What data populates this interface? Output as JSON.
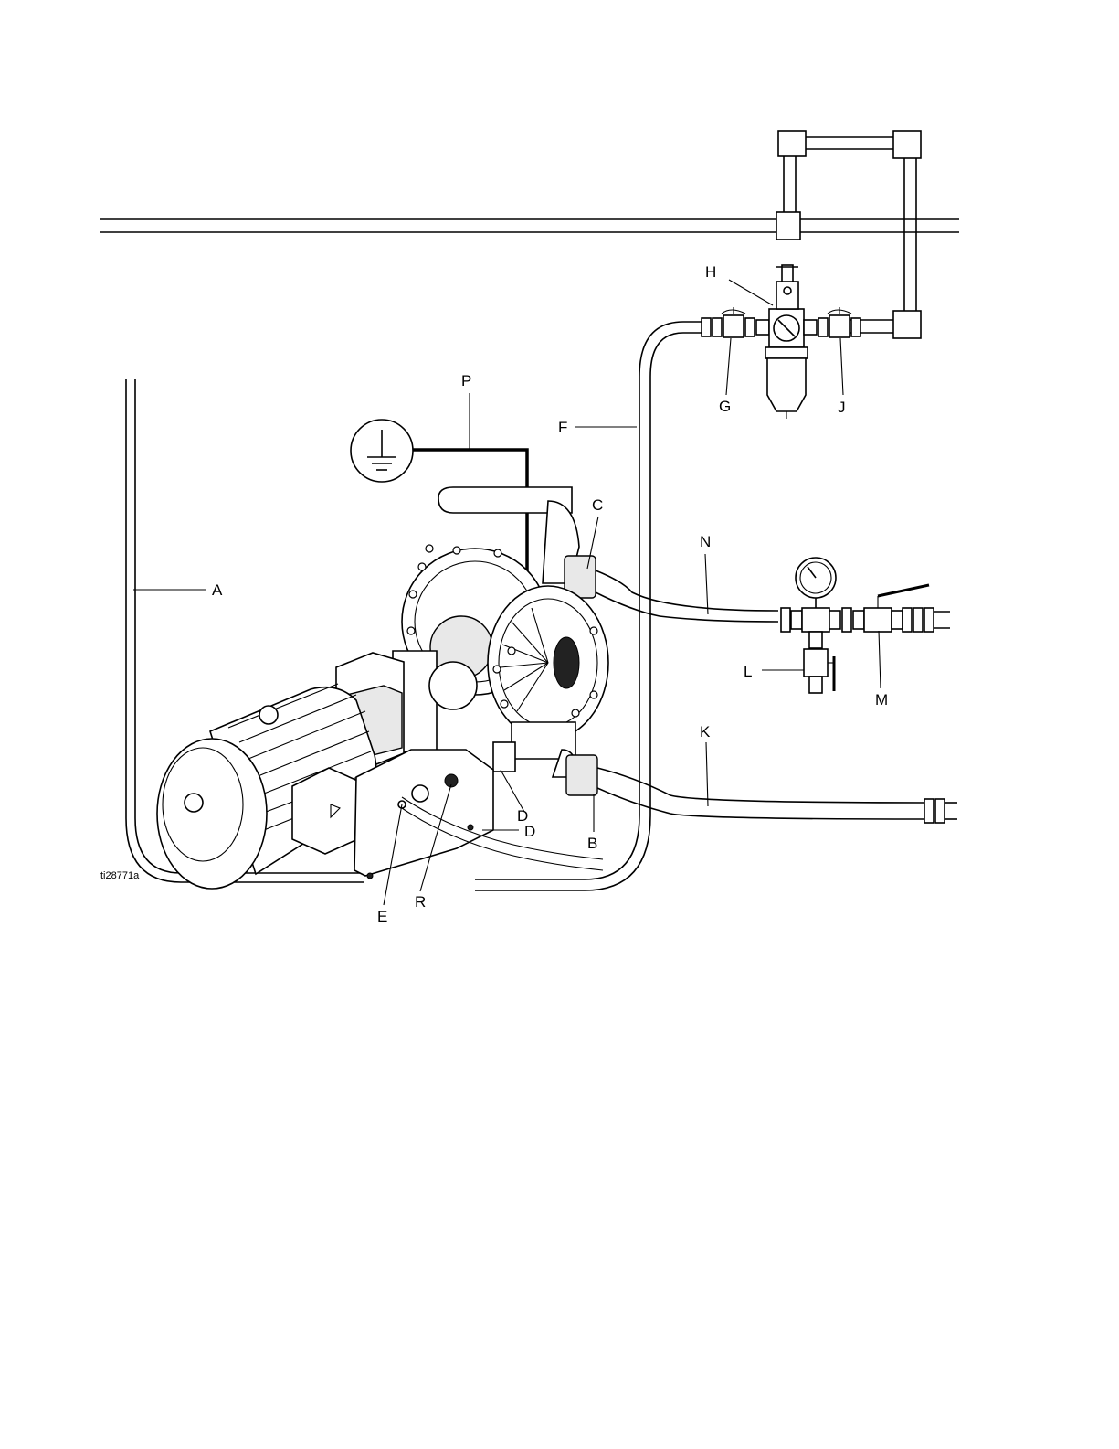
{
  "figure": {
    "id_label": "ti28771a",
    "callouts": {
      "A": "A",
      "B": "B",
      "C": "C",
      "D1": "D",
      "D2": "D",
      "E": "E",
      "F": "F",
      "G": "G",
      "H": "H",
      "J": "J",
      "K": "K",
      "L": "L",
      "M": "M",
      "N": "N",
      "P": "P",
      "R": "R"
    },
    "icons": [
      "ground-symbol-icon",
      "pressure-gauge-icon",
      "electric-motor-icon",
      "diaphragm-pump-icon",
      "air-filter-regulator-icon"
    ]
  }
}
